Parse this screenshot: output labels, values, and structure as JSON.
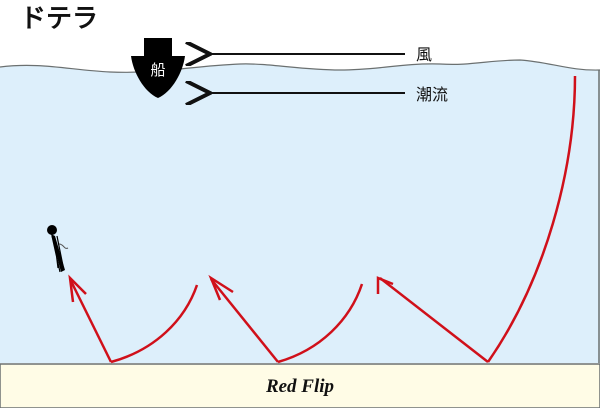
{
  "title": "ドテラ",
  "boat": {
    "label": "船"
  },
  "wind": {
    "label": "風",
    "direction": "left"
  },
  "current": {
    "label": "潮流",
    "direction": "left"
  },
  "bottom": {
    "label": "Red Flip"
  },
  "colors": {
    "water": "#ddeffb",
    "seabed": "#fffce6",
    "line": "#d0101a",
    "outline": "#6b7070",
    "boat": "#000000"
  }
}
